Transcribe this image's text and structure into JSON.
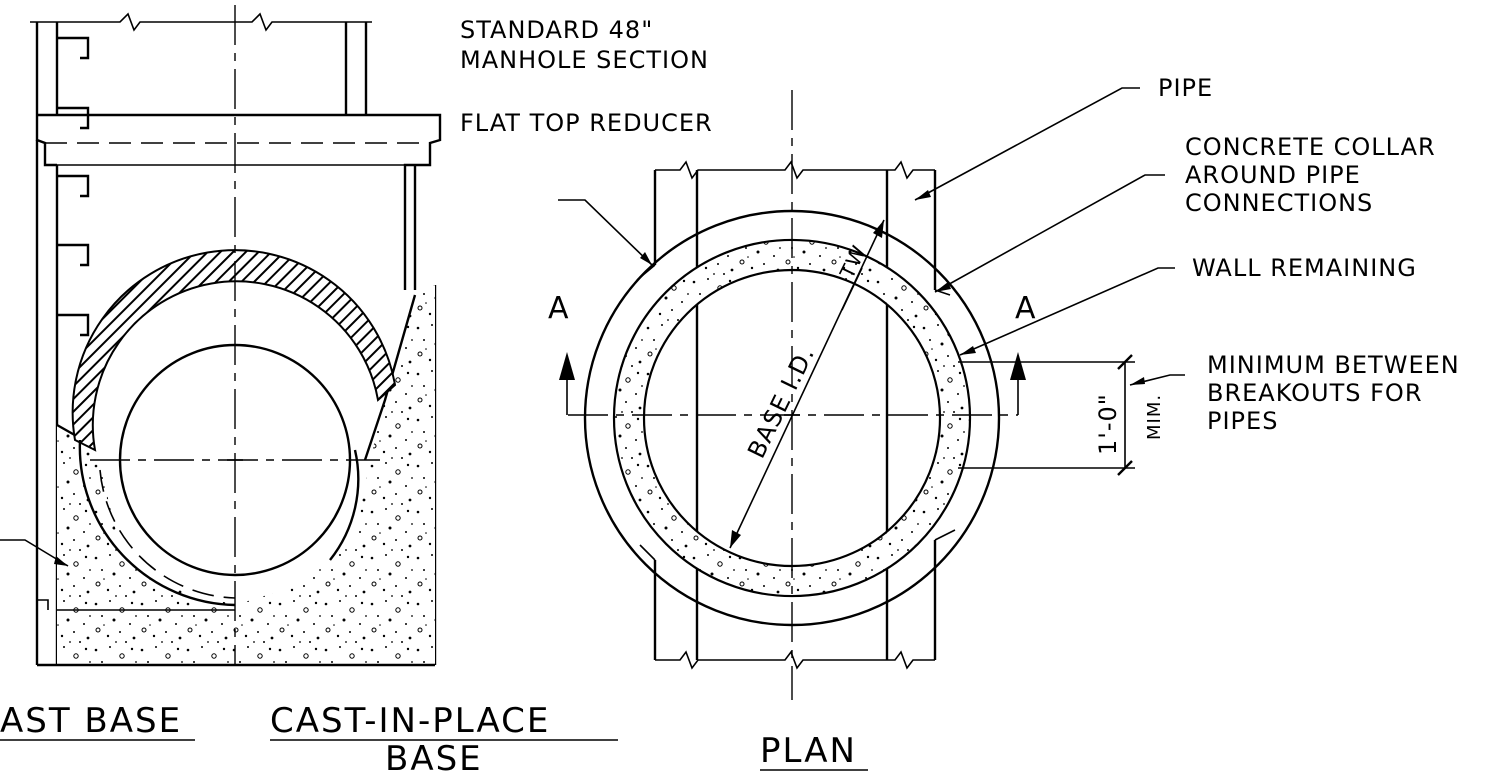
{
  "labels": {
    "standard_line1": "STANDARD 48\"",
    "standard_line2": "MANHOLE SECTION",
    "flat_top": "FLAT TOP REDUCER",
    "pipe": "PIPE",
    "collar_line1": "CONCRETE COLLAR",
    "collar_line2": "AROUND PIPE",
    "collar_line3": "CONNECTIONS",
    "wall_remaining": "WALL REMAINING",
    "min_line1": "MINIMUM BETWEEN",
    "min_line2": "BREAKOUTS FOR",
    "min_line3": "PIPES",
    "section_a_left": "A",
    "section_a_right": "A",
    "base_id": "BASE I.D.",
    "wall_thickness": "TW",
    "dimension": "1'-0\"",
    "dimension_note": "MIM."
  },
  "titles": {
    "precast_base": "AST BASE",
    "cast_in_place_line1": "CAST-IN-PLACE",
    "cast_in_place_line2": "BASE",
    "plan": "PLAN"
  }
}
